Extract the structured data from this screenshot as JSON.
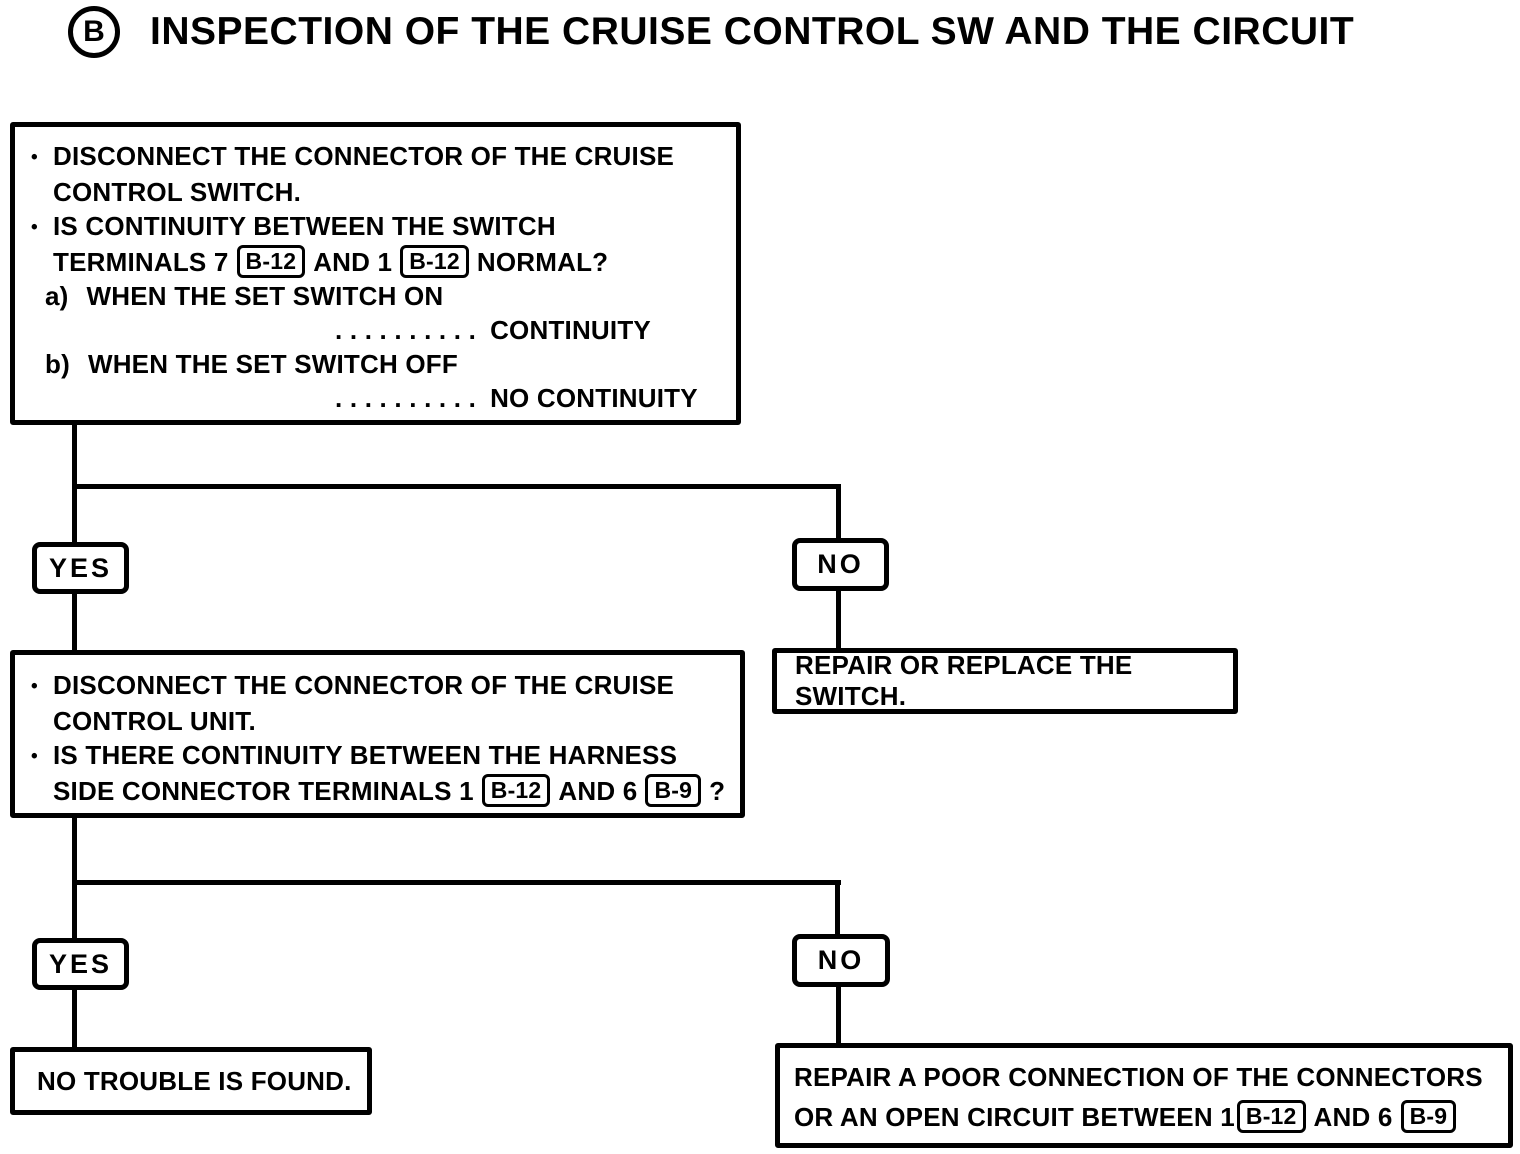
{
  "title": {
    "badge": "B",
    "text": "INSPECTION OF THE CRUISE CONTROL SW AND THE CIRCUIT"
  },
  "glyphs": {
    "bullet": "•"
  },
  "colors": {
    "ink": "#000000",
    "paper": "#ffffff"
  },
  "step1": {
    "item1_line1": "DISCONNECT THE CONNECTOR OF THE CRUISE",
    "item1_line2": "CONTROL SWITCH.",
    "item2_line1": "IS CONTINUITY BETWEEN THE SWITCH",
    "item2_line2_pre": "TERMINALS 7",
    "item2_chip1": "B-12",
    "item2_line2_mid": "AND 1",
    "item2_chip2": "B-12",
    "item2_line2_post": "NORMAL?",
    "case_a_label": "a)",
    "case_a_text": "WHEN THE SET SWITCH ON",
    "case_a_dots": ". . . . . . . . . .",
    "case_a_result": "CONTINUITY",
    "case_b_label": "b)",
    "case_b_text": "WHEN THE SET SWITCH OFF",
    "case_b_dots": ". . . . . . . . . .",
    "case_b_result": "NO CONTINUITY"
  },
  "branch1": {
    "yes": "YES",
    "no": "NO"
  },
  "repair_switch": {
    "text": "REPAIR OR REPLACE THE SWITCH."
  },
  "step2": {
    "item1_line1": "DISCONNECT THE CONNECTOR OF THE CRUISE",
    "item1_line2": "CONTROL UNIT.",
    "item2_line1": "IS THERE CONTINUITY BETWEEN THE HARNESS",
    "item2_line2_pre": "SIDE CONNECTOR TERMINALS 1",
    "item2_chip1": "B-12",
    "item2_line2_mid": "AND 6",
    "item2_chip2": "B-9",
    "item2_line2_post": "?"
  },
  "branch2": {
    "yes": "YES",
    "no": "NO"
  },
  "no_trouble": {
    "text": "NO TROUBLE IS FOUND."
  },
  "repair_connection": {
    "line1": "REPAIR A POOR CONNECTION OF THE CONNECTORS",
    "line2_pre": "OR AN OPEN CIRCUIT BETWEEN 1",
    "chip1": "B-12",
    "line2_mid": "AND 6",
    "chip2": "B-9"
  }
}
